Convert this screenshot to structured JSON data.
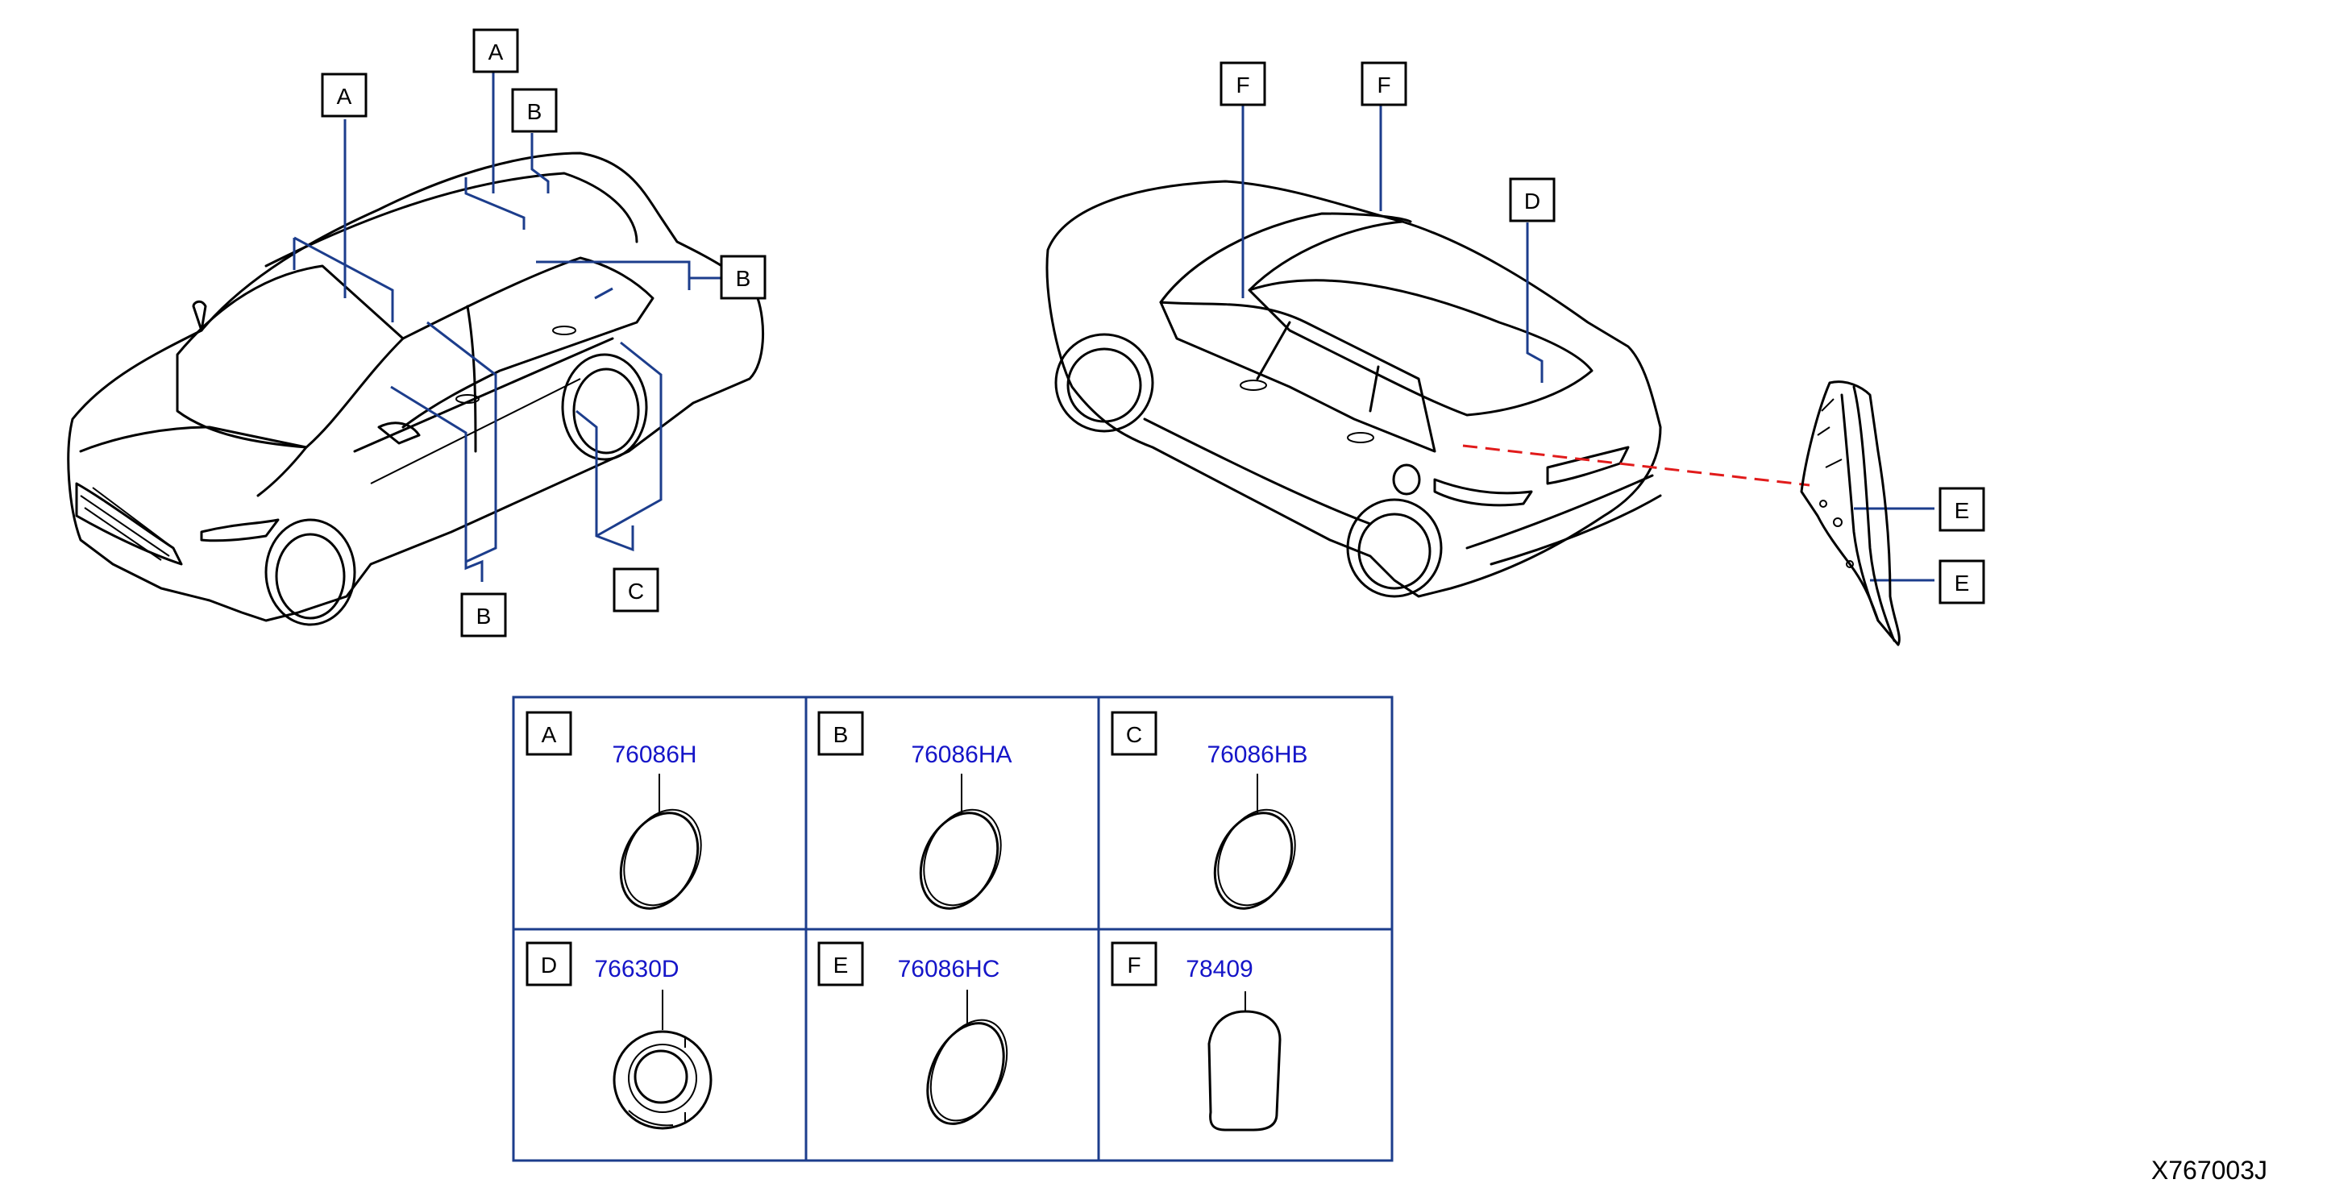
{
  "callouts": {
    "front_car": [
      {
        "id": "front-a-left",
        "letter": "A"
      },
      {
        "id": "front-a-top",
        "letter": "A"
      },
      {
        "id": "front-b-top",
        "letter": "B"
      },
      {
        "id": "front-b-right",
        "letter": "B"
      },
      {
        "id": "front-b-bottom",
        "letter": "B"
      },
      {
        "id": "front-c",
        "letter": "C"
      }
    ],
    "rear_car": [
      {
        "id": "rear-f-left",
        "letter": "F"
      },
      {
        "id": "rear-f-right",
        "letter": "F"
      },
      {
        "id": "rear-d",
        "letter": "D"
      },
      {
        "id": "rear-e-top",
        "letter": "E"
      },
      {
        "id": "rear-e-bottom",
        "letter": "E"
      }
    ]
  },
  "parts_table": [
    {
      "letter": "A",
      "part_number": "76086H",
      "shape": "oval-plug"
    },
    {
      "letter": "B",
      "part_number": "76086HA",
      "shape": "oval-plug"
    },
    {
      "letter": "C",
      "part_number": "76086HB",
      "shape": "oval-plug"
    },
    {
      "letter": "D",
      "part_number": "76630D",
      "shape": "grommet"
    },
    {
      "letter": "E",
      "part_number": "76086HC",
      "shape": "oval-plug"
    },
    {
      "letter": "F",
      "part_number": "78409",
      "shape": "capsule-pad"
    }
  ],
  "reference_code": "X767003J",
  "colors": {
    "leader": "#1c3d8c",
    "part_number": "#1515c8",
    "dashed_link": "#e11b1b",
    "outline": "#000000"
  }
}
